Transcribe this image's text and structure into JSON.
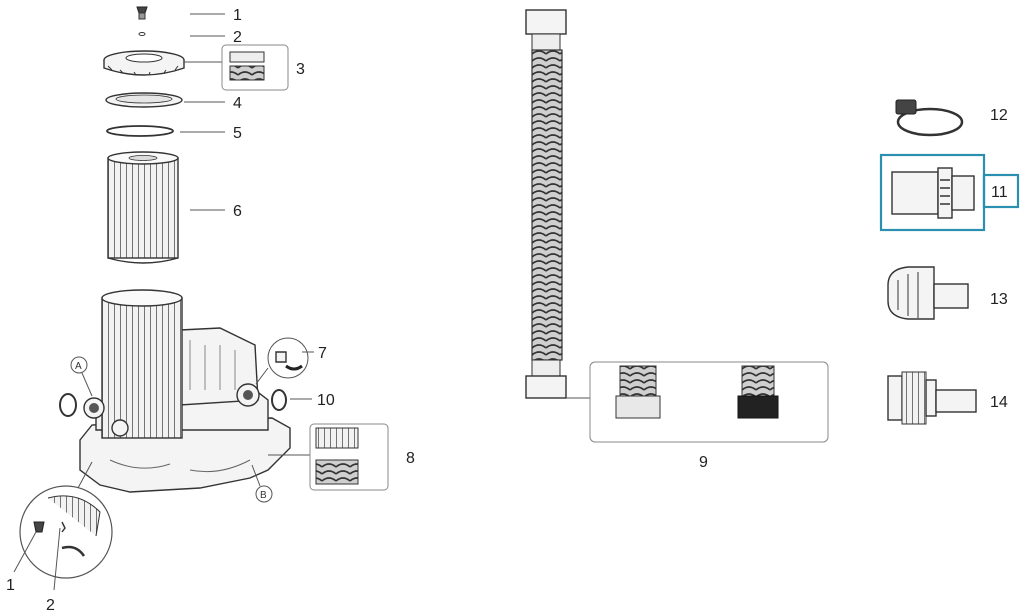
{
  "callouts": {
    "p1": "1",
    "p2": "2",
    "p3": "3",
    "p4": "4",
    "p5": "5",
    "p6": "6",
    "p7": "7",
    "p8": "8",
    "p9": "9",
    "p10": "10",
    "p11": "11",
    "p12": "12",
    "p13": "13",
    "p14": "14",
    "detail_1": "1",
    "detail_2": "2",
    "port_a": "A",
    "port_b": "B"
  },
  "highlighted_part": "11",
  "colors": {
    "highlight": "#2b8fb0",
    "line": "#555555"
  }
}
